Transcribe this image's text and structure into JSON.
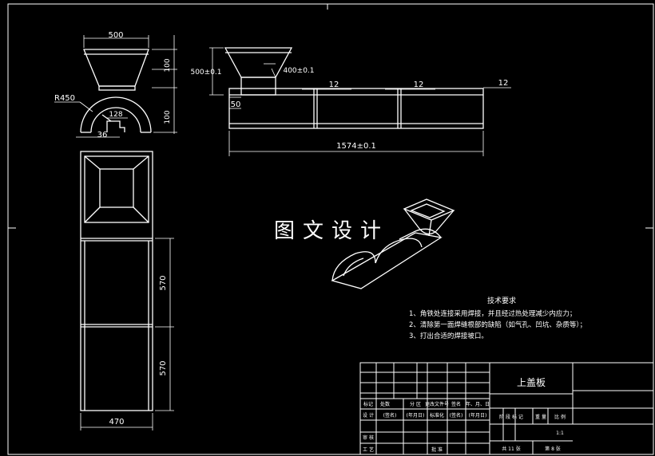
{
  "colors": {
    "background": "#000000",
    "line": "#ffffff"
  },
  "dimensions": {
    "top_width": "500",
    "hopper_h": "100",
    "hopper_h2": "100",
    "radius": "R450",
    "inner_w": "128",
    "slot_w": "36",
    "side_height": "500±0.1",
    "side_inner": "400±0.1",
    "side_left": "50",
    "gap1": "12",
    "gap2": "12",
    "gap3": "12",
    "total_len": "1574±0.1",
    "plan_seg1": "570",
    "plan_seg2": "570",
    "plan_width": "470"
  },
  "watermark": "图文设计",
  "tech": {
    "title": "技术要求",
    "items": [
      "1、角铁处连接采用焊接，并且经过热处理减少内应力；",
      "2、清除第一面焊缝根部的缺陷（如气孔、凹坑、杂质等）；",
      "3、打出合适的焊接坡口。"
    ]
  },
  "titleblock": {
    "part_name": "上盖板",
    "row_headers": [
      "标记",
      "处数",
      "分 区",
      "更改文件号",
      "签名",
      "年、月、日"
    ],
    "row_sub": [
      "设 计",
      "(签名)",
      "(年月日)",
      "标准化",
      "(签名)",
      "(年月日)"
    ],
    "stage_headers": [
      "阶 段 标 记",
      "重 量",
      "比 例"
    ],
    "scale": "1:1",
    "sheet_total": "共 11 张",
    "sheet_no": "第 8 张",
    "review": "审 核",
    "process": "工 艺",
    "approve": "批 准"
  }
}
